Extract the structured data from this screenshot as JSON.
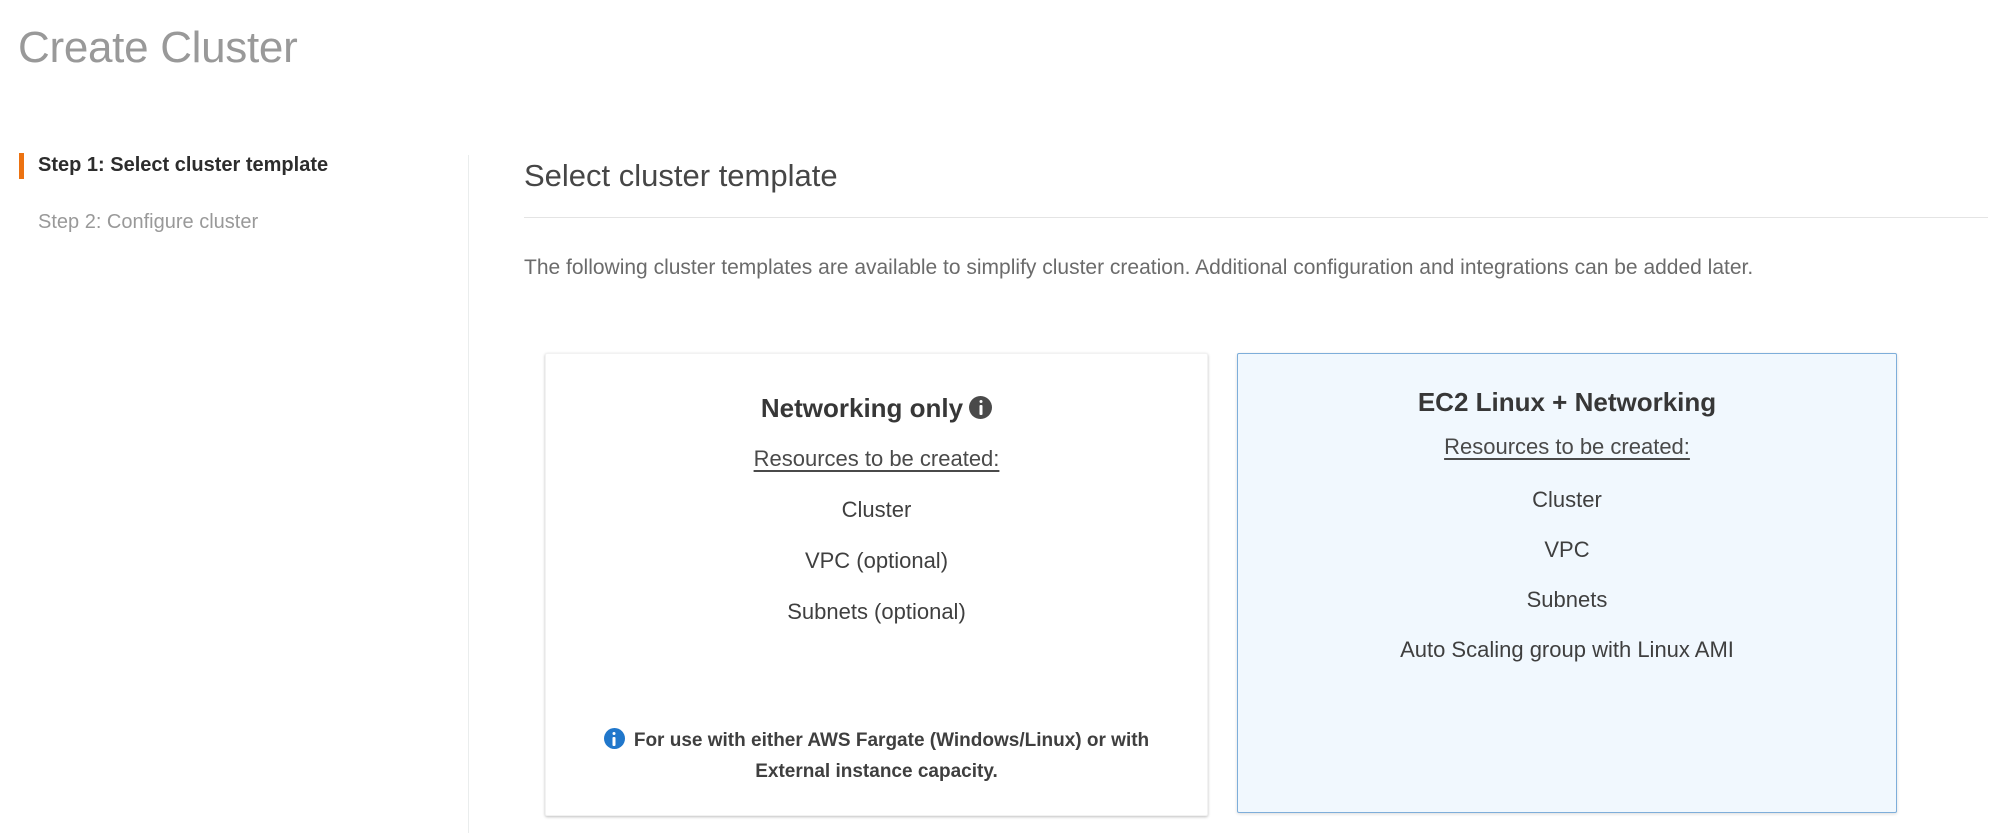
{
  "page": {
    "title": "Create Cluster"
  },
  "sidebar": {
    "steps": [
      {
        "label": "Step 1: Select cluster template",
        "active": true
      },
      {
        "label": "Step 2: Configure cluster",
        "active": false
      }
    ]
  },
  "main": {
    "section_title": "Select cluster template",
    "description": "The following cluster templates are available to simplify cluster creation. Additional configuration and integrations can be added later.",
    "templates": [
      {
        "title": "Networking only",
        "has_info_icon": true,
        "info_icon_name": "info-icon",
        "resources_heading": "Resources to be created:",
        "resources": [
          "Cluster",
          "VPC (optional)",
          "Subnets (optional)"
        ],
        "note": "For use with either AWS Fargate (Windows/Linux) or with External instance capacity.",
        "note_icon_name": "info-icon-blue",
        "selected": false
      },
      {
        "title": "EC2 Linux + Networking",
        "has_info_icon": false,
        "resources_heading": "Resources to be created:",
        "resources": [
          "Cluster",
          "VPC",
          "Subnets",
          "Auto Scaling group with Linux AMI"
        ],
        "note": "",
        "selected": true
      }
    ]
  },
  "colors": {
    "accent_orange": "#ec7211",
    "selected_card_bg": "#f1f8fe",
    "selected_card_border": "#7eaeda",
    "info_blue": "#2077cb",
    "title_gray": "#999999",
    "text_gray": "#6b6b6b"
  }
}
